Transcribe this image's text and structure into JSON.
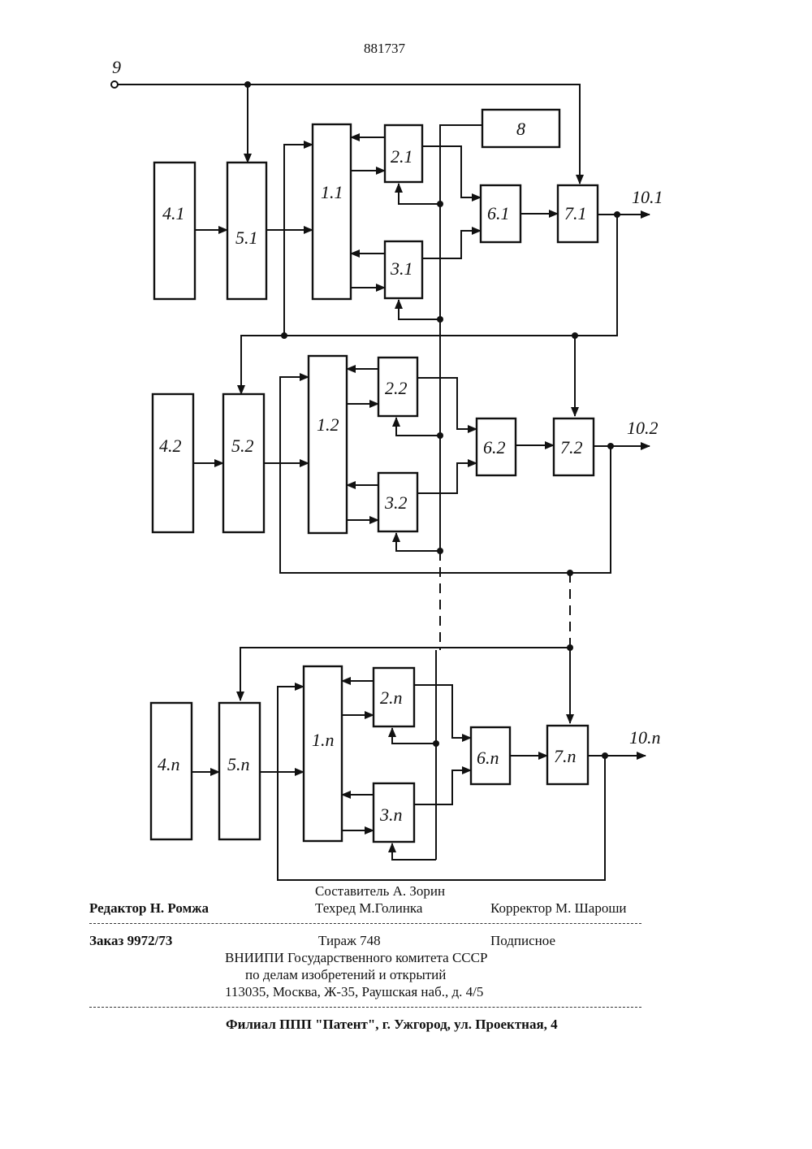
{
  "patent_number": "881737",
  "diagram": {
    "input_label": "9",
    "blocks": {
      "b8": "8",
      "b4_1": "4.1",
      "b5_1": "5.1",
      "b1_1": "1.1",
      "b2_1": "2.1",
      "b3_1": "3.1",
      "b6_1": "6.1",
      "b7_1": "7.1",
      "b4_2": "4.2",
      "b5_2": "5.2",
      "b1_2": "1.2",
      "b2_2": "2.2",
      "b3_2": "3.2",
      "b6_2": "6.2",
      "b7_2": "7.2",
      "b4_n": "4.n",
      "b5_n": "5.n",
      "b1_n": "1.n",
      "b2_n": "2.n",
      "b3_n": "3.n",
      "b6_n": "6.n",
      "b7_n": "7.n"
    },
    "outputs": {
      "o1": "10.1",
      "o2": "10.2",
      "on": "10.n"
    }
  },
  "footer": {
    "composer": "Составитель А. Зорин",
    "editor": "Редактор Н. Ромжа",
    "techred": "Техред М.Голинка",
    "corrector": "Корректор М. Шароши",
    "order": "Заказ 9972/73",
    "print_run": "Тираж 748",
    "subscription": "Подписное",
    "org_line1": "ВНИИПИ Государственного комитета СССР",
    "org_line2": "по делам изобретений и открытий",
    "org_line3": "113035, Москва, Ж-35, Раушская наб., д. 4/5",
    "branch": "Филиал ППП \"Патент\", г. Ужгород, ул. Проектная, 4"
  }
}
